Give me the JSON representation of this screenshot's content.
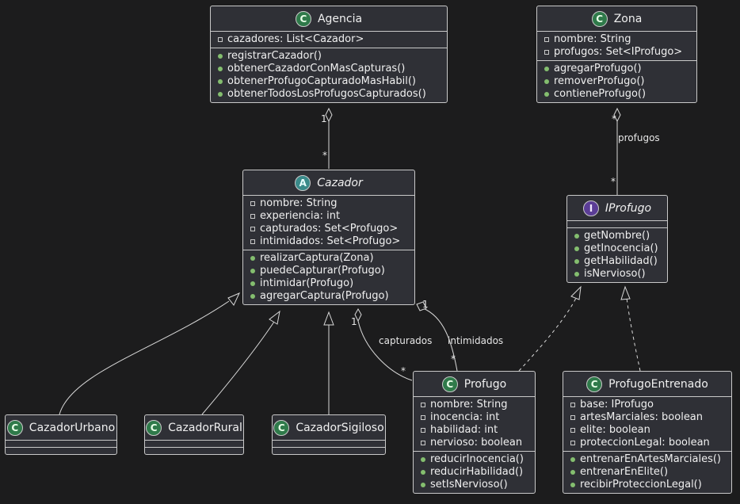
{
  "classes": {
    "agencia": {
      "name": "Agencia",
      "stereotype": "C",
      "attributes": [
        {
          "vis": "-",
          "text": "cazadores: List<Cazador>"
        }
      ],
      "methods": [
        {
          "vis": "+",
          "text": "registrarCazador()"
        },
        {
          "vis": "+",
          "text": "obtenerCazadorConMasCapturas()"
        },
        {
          "vis": "+",
          "text": "obtenerProfugoCapturadoMasHabil()"
        },
        {
          "vis": "+",
          "text": "obtenerTodosLosProfugosCapturados()"
        }
      ]
    },
    "zona": {
      "name": "Zona",
      "stereotype": "C",
      "attributes": [
        {
          "vis": "-",
          "text": "nombre: String"
        },
        {
          "vis": "-",
          "text": "profugos: Set<IProfugo>"
        }
      ],
      "methods": [
        {
          "vis": "+",
          "text": "agregarProfugo()"
        },
        {
          "vis": "+",
          "text": "removerProfugo()"
        },
        {
          "vis": "+",
          "text": "contieneProfugo()"
        }
      ]
    },
    "cazador": {
      "name": "Cazador",
      "stereotype": "A",
      "attributes": [
        {
          "vis": "-",
          "text": "nombre: String"
        },
        {
          "vis": "-",
          "text": "experiencia: int"
        },
        {
          "vis": "-",
          "text": "capturados: Set<Profugo>"
        },
        {
          "vis": "-",
          "text": "intimidados: Set<Profugo>"
        }
      ],
      "methods": [
        {
          "vis": "+",
          "text": "realizarCaptura(Zona)"
        },
        {
          "vis": "+",
          "text": "puedeCapturar(Profugo)"
        },
        {
          "vis": "+",
          "text": "intimidar(Profugo)"
        },
        {
          "vis": "+",
          "text": "agregarCaptura(Profugo)"
        }
      ]
    },
    "iprofugo": {
      "name": "IProfugo",
      "stereotype": "I",
      "attributes": [],
      "methods": [
        {
          "vis": "+",
          "text": "getNombre()"
        },
        {
          "vis": "+",
          "text": "getInocencia()"
        },
        {
          "vis": "+",
          "text": "getHabilidad()"
        },
        {
          "vis": "+",
          "text": "isNervioso()"
        }
      ]
    },
    "cazadorUrbano": {
      "name": "CazadorUrbano",
      "stereotype": "C",
      "attributes": [],
      "methods": []
    },
    "cazadorRural": {
      "name": "CazadorRural",
      "stereotype": "C",
      "attributes": [],
      "methods": []
    },
    "cazadorSigiloso": {
      "name": "CazadorSigiloso",
      "stereotype": "C",
      "attributes": [],
      "methods": []
    },
    "profugo": {
      "name": "Profugo",
      "stereotype": "C",
      "attributes": [
        {
          "vis": "-",
          "text": "nombre: String"
        },
        {
          "vis": "-",
          "text": "inocencia: int"
        },
        {
          "vis": "-",
          "text": "habilidad: int"
        },
        {
          "vis": "-",
          "text": "nervioso: boolean"
        }
      ],
      "methods": [
        {
          "vis": "+",
          "text": "reducirInocencia()"
        },
        {
          "vis": "+",
          "text": "reducirHabilidad()"
        },
        {
          "vis": "+",
          "text": "setIsNervioso()"
        }
      ]
    },
    "profugoEntrenado": {
      "name": "ProfugoEntrenado",
      "stereotype": "C",
      "attributes": [
        {
          "vis": "-",
          "text": "base: IProfugo"
        },
        {
          "vis": "-",
          "text": "artesMarciales: boolean"
        },
        {
          "vis": "-",
          "text": "elite: boolean"
        },
        {
          "vis": "-",
          "text": "proteccionLegal: boolean"
        }
      ],
      "methods": [
        {
          "vis": "+",
          "text": "entrenarEnArtesMarciales()"
        },
        {
          "vis": "+",
          "text": "entrenarEnElite()"
        },
        {
          "vis": "+",
          "text": "recibirProteccionLegal()"
        }
      ]
    }
  },
  "edge_labels": {
    "agencia_cazador_src": "1",
    "agencia_cazador_dst": "*",
    "zona_iprofugo_src": "*",
    "zona_iprofugo_dst": "*",
    "zona_iprofugo_role": "profugos",
    "cap_src": "1",
    "cap_dst": "*",
    "cap_role": "capturados",
    "int_src": "1",
    "int_dst": "*",
    "int_role": "intimidados"
  }
}
